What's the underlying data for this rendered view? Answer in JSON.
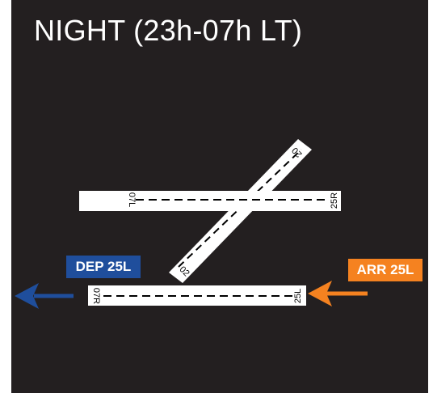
{
  "title": "NIGHT (23h-07h LT)",
  "runways": {
    "r07L_25R": {
      "left_label": "07L",
      "right_label": "25R"
    },
    "r02_20": {
      "low_label": "02",
      "high_label": "20"
    },
    "r07R_25L": {
      "left_label": "07R",
      "right_label": "25L"
    }
  },
  "departure": {
    "label": "DEP 25L",
    "color": "#1f4e9c",
    "direction": "west"
  },
  "arrival": {
    "label": "ARR 25L",
    "color": "#f58220",
    "direction": "west"
  },
  "colors": {
    "background": "#231f20",
    "runway": "#ffffff",
    "centerline": "#000000"
  }
}
